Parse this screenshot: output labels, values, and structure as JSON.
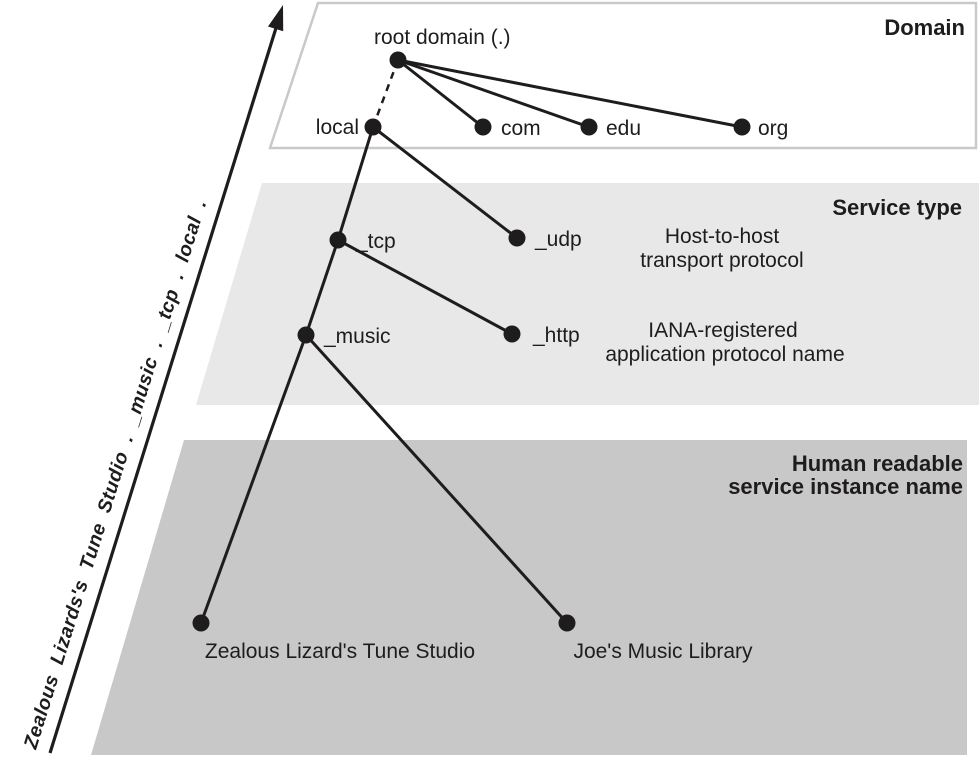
{
  "figure": {
    "description": "DNS-SD naming tree diagram",
    "arrow_label": "Zealous Lizards's Tune Studio . _music . _tcp . local ."
  },
  "bands": {
    "domain": {
      "title": "Domain"
    },
    "service_type": {
      "title": "Service type",
      "transport": [
        "Host-to-host",
        "transport protocol"
      ],
      "application": [
        "IANA-registered",
        "application protocol name"
      ]
    },
    "instance": {
      "title": [
        "Human readable",
        "service instance name"
      ]
    }
  },
  "nodes": {
    "root": "root domain (.)",
    "local": "local",
    "com": "com",
    "edu": "edu",
    "org": "org",
    "tcp": "_tcp",
    "udp": "_udp",
    "music": "_music",
    "http": "_http",
    "zealous": "Zealous Lizard's Tune Studio",
    "joes": "Joe's Music Library"
  },
  "colors": {
    "ink": "#1f1c1d",
    "domain_band_fill": "#ffffff",
    "domain_band_border": "#c9c9c9",
    "service_band_fill": "#e8e8e8",
    "instance_band_fill": "#c8c8c8"
  }
}
